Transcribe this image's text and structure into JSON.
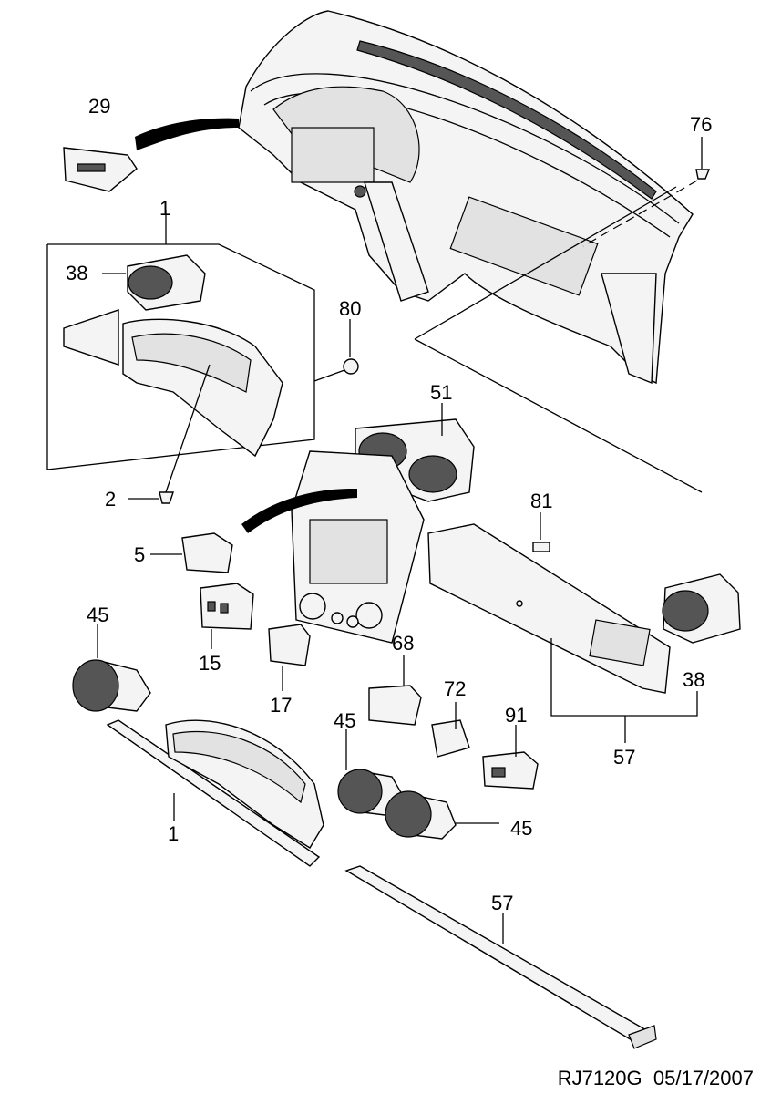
{
  "callouts": {
    "c29": "29",
    "c76": "76",
    "c1_top": "1",
    "c38_top": "38",
    "c80": "80",
    "c2": "2",
    "c51": "51",
    "c81": "81",
    "c5": "5",
    "c45_left": "45",
    "c15": "15",
    "c17": "17",
    "c68": "68",
    "c72": "72",
    "c91": "91",
    "c38_right": "38",
    "c45_mid": "45",
    "c57_right": "57",
    "c1_bottom": "1",
    "c45_bottom": "45",
    "c57_bottom": "57"
  },
  "footer": {
    "code": "RJ7120G",
    "date": "05/17/2007"
  }
}
